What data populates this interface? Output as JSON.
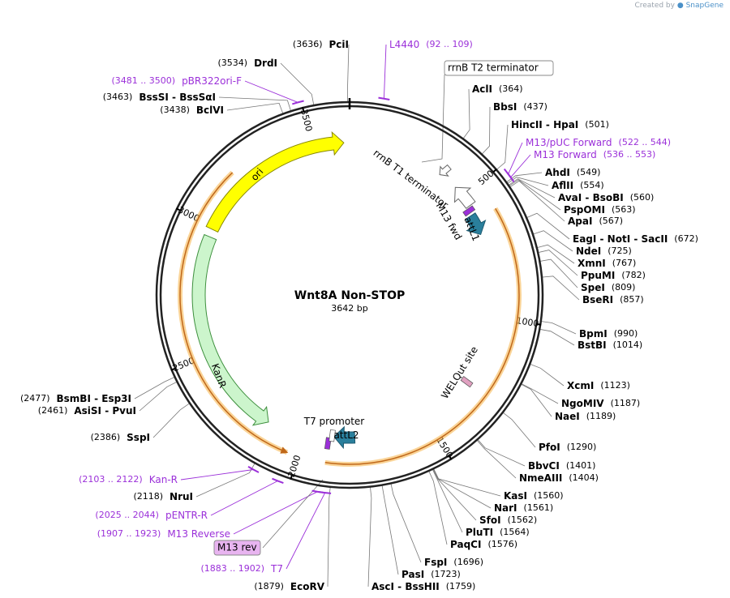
{
  "credit": {
    "prefix": "Created by",
    "brand": "SnapGene"
  },
  "plasmid": {
    "name": "Wnt8A Non-STOP",
    "length_label": "3642 bp",
    "length": 3642
  },
  "ticks": [
    {
      "bp": 500,
      "label": "500"
    },
    {
      "bp": 1000,
      "label": "1000"
    },
    {
      "bp": 1500,
      "label": "1500"
    },
    {
      "bp": 2000,
      "label": "2000"
    },
    {
      "bp": 2500,
      "label": "2500"
    },
    {
      "bp": 3000,
      "label": "3000"
    },
    {
      "bp": 3500,
      "label": "3500"
    }
  ],
  "sites": [
    {
      "name": "PciI",
      "pos": "(3636)",
      "bp": 3636
    },
    {
      "name": "DrdI",
      "pos": "(3534)",
      "bp": 3534
    },
    {
      "name": "BssSI  -  BssSαI",
      "pos": "(3463)",
      "bp": 3463
    },
    {
      "name": "BclVI",
      "pos": "(3438)",
      "bp": 3438
    },
    {
      "name": "AclI",
      "pos": "(364)",
      "bp": 364
    },
    {
      "name": "BbsI",
      "pos": "(437)",
      "bp": 437
    },
    {
      "name": "HincII  -  HpaI",
      "pos": "(501)",
      "bp": 501
    },
    {
      "name": "AhdI",
      "pos": "(549)",
      "bp": 549
    },
    {
      "name": "AflII",
      "pos": "(554)",
      "bp": 554
    },
    {
      "name": "AvaI  -  BsoBI",
      "pos": "(560)",
      "bp": 560
    },
    {
      "name": "PspOMI",
      "pos": "(563)",
      "bp": 563
    },
    {
      "name": "ApaI",
      "pos": "(567)",
      "bp": 567
    },
    {
      "name": "EagI  -  NotI  -  SacII",
      "pos": "(672)",
      "bp": 672
    },
    {
      "name": "NdeI",
      "pos": "(725)",
      "bp": 725
    },
    {
      "name": "XmnI",
      "pos": "(767)",
      "bp": 767
    },
    {
      "name": "PpuMI",
      "pos": "(782)",
      "bp": 782
    },
    {
      "name": "SpeI",
      "pos": "(809)",
      "bp": 809
    },
    {
      "name": "BseRI",
      "pos": "(857)",
      "bp": 857
    },
    {
      "name": "BpmI",
      "pos": "(990)",
      "bp": 990
    },
    {
      "name": "BstBI",
      "pos": "(1014)",
      "bp": 1014
    },
    {
      "name": "XcmI",
      "pos": "(1123)",
      "bp": 1123
    },
    {
      "name": "NgoMIV",
      "pos": "(1187)",
      "bp": 1187
    },
    {
      "name": "NaeI",
      "pos": "(1189)",
      "bp": 1189
    },
    {
      "name": "PfoI",
      "pos": "(1290)",
      "bp": 1290
    },
    {
      "name": "BbvCI",
      "pos": "(1401)",
      "bp": 1401
    },
    {
      "name": "NmeAIII",
      "pos": "(1404)",
      "bp": 1404
    },
    {
      "name": "KasI",
      "pos": "(1560)",
      "bp": 1560
    },
    {
      "name": "NarI",
      "pos": "(1561)",
      "bp": 1561
    },
    {
      "name": "SfoI",
      "pos": "(1562)",
      "bp": 1562
    },
    {
      "name": "PluTI",
      "pos": "(1564)",
      "bp": 1564
    },
    {
      "name": "PaqCI",
      "pos": "(1576)",
      "bp": 1576
    },
    {
      "name": "FspI",
      "pos": "(1696)",
      "bp": 1696
    },
    {
      "name": "PasI",
      "pos": "(1723)",
      "bp": 1723
    },
    {
      "name": "AscI  -  BssHII",
      "pos": "(1759)",
      "bp": 1759
    },
    {
      "name": "EcoRV",
      "pos": "(1879)",
      "bp": 1879
    },
    {
      "name": "NruI",
      "pos": "(2118)",
      "bp": 2118
    },
    {
      "name": "SspI",
      "pos": "(2386)",
      "bp": 2386
    },
    {
      "name": "AsiSI  -  PvuI",
      "pos": "(2461)",
      "bp": 2461
    },
    {
      "name": "BsmBI  -  Esp3I",
      "pos": "(2477)",
      "bp": 2477
    }
  ],
  "primers": [
    {
      "name": "L4440",
      "range": "(92 .. 109)",
      "start": 92,
      "end": 109
    },
    {
      "name": "pBR322ori-F",
      "range": "(3481 .. 3500)",
      "start": 3481,
      "end": 3500
    },
    {
      "name": "M13/pUC Forward",
      "range": "(522 .. 544)",
      "start": 522,
      "end": 544
    },
    {
      "name": "M13 Forward",
      "range": "(536 .. 553)",
      "start": 536,
      "end": 553
    },
    {
      "name": "Kan-R",
      "range": "(2103 .. 2122)",
      "start": 2103,
      "end": 2122
    },
    {
      "name": "pENTR-R",
      "range": "(2025 .. 2044)",
      "start": 2025,
      "end": 2044
    },
    {
      "name": "M13 Reverse",
      "range": "(1907 .. 1923)",
      "start": 1907,
      "end": 1923
    },
    {
      "name": "T7",
      "range": "(1883 .. 1902)",
      "start": 1883,
      "end": 1902
    }
  ],
  "boxed_labels": {
    "rrnb_t2": "rrnB T2 terminator",
    "m13_rev": "M13 rev"
  },
  "features": {
    "ori": "ori",
    "kanr": "KanR",
    "rrnb_t1": "rrnB T1 terminator",
    "m13_fwd": "M13 fwd",
    "attl1": "attL1",
    "welqut": "WELQut site",
    "t7_promoter": "T7 promoter",
    "attl2": "attL2"
  },
  "colors": {
    "backbone": "#222222",
    "enzyme_label": "#000000",
    "primer": "#9b30d9",
    "ori_fill": "#ffff00",
    "kanr_fill": "#ccf5cc",
    "att_fill": "#2a7f9c",
    "insert_band": "#f5b041",
    "insert_line": "#c0681a",
    "m13_box": "#e8b4f0",
    "welqut": "#e0a0c0"
  }
}
